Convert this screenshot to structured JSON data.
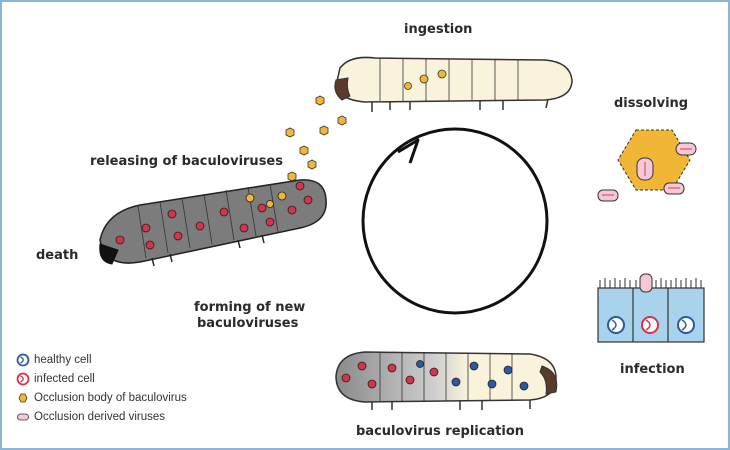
{
  "stages": {
    "ingestion": "ingestion",
    "dissolving": "dissolving",
    "infection": "infection",
    "replication": "baculovirus replication",
    "forming_line1": "forming of new",
    "forming_line2": "baculoviruses",
    "death": "death",
    "releasing": "releasing of baculoviruses"
  },
  "legend": [
    {
      "icon": "healthy-cell-icon",
      "label": "healthy cell"
    },
    {
      "icon": "infected-cell-icon",
      "label": "infected cell"
    },
    {
      "icon": "occlusion-body-icon",
      "label": "Occlusion body of baculovirus"
    },
    {
      "icon": "occlusion-derived-virus-icon",
      "label": "Occlusion derived viruses"
    }
  ],
  "colors": {
    "frame": "#8ab6d9",
    "larva_healthy": "#faf3dc",
    "larva_dead": "#7c7c7c",
    "occlusion_body": "#f2b636",
    "infected_red": "#d6334a",
    "healthy_blue": "#2c5aa0",
    "cell_fill": "#a9d3ec",
    "virion_pink": "#f6c7d6"
  }
}
